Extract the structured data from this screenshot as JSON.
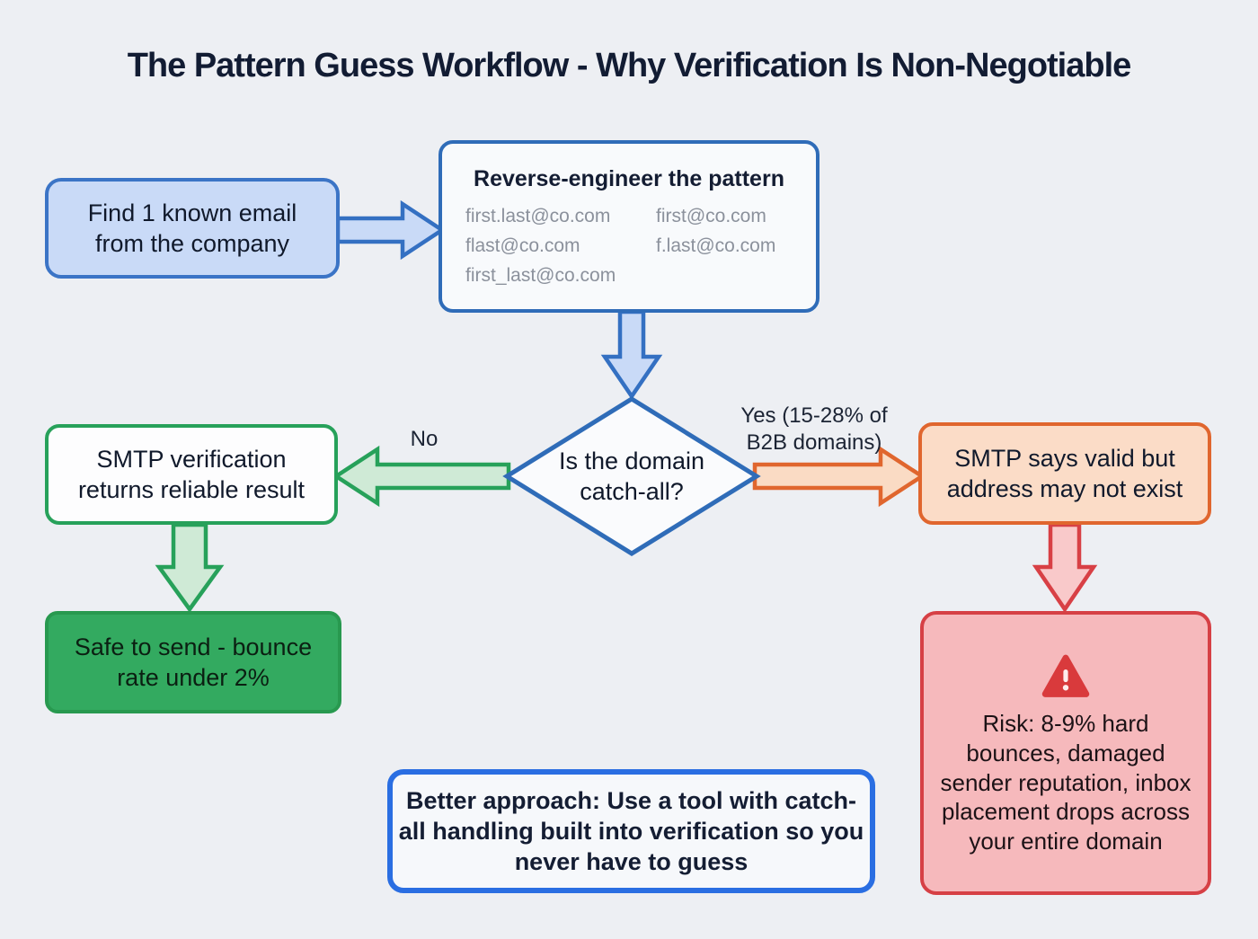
{
  "title": "The Pattern Guess Workflow - Why Verification Is Non-Negotiable",
  "find_box": {
    "text": "Find 1 known email from the company"
  },
  "pattern_box": {
    "title": "Reverse-engineer the pattern",
    "patterns": [
      "first.last@co.com",
      "first@co.com",
      "flast@co.com",
      "f.last@co.com",
      "first_last@co.com"
    ]
  },
  "decision": {
    "text": "Is the domain catch-all?"
  },
  "labels": {
    "no": "No",
    "yes_line1": "Yes (15-28% of",
    "yes_line2": "B2B domains)"
  },
  "smtp_reliable_box": {
    "text": "SMTP verification returns reliable result"
  },
  "safe_box": {
    "text": "Safe to send - bounce rate under 2%"
  },
  "smtp_valid_box": {
    "text": "SMTP says valid but address may not exist"
  },
  "risk_box": {
    "icon": "warning-icon",
    "text": "Risk: 8-9% hard bounces, damaged sender reputation, inbox placement drops across your entire domain"
  },
  "better_box": {
    "text": "Better approach: Use a tool with catch-all handling built into verification so you never have to guess"
  },
  "colors": {
    "background": "#edeff3",
    "title_color": "#121c33",
    "blue_border": "#3b74c6",
    "blue_fill": "#c9daf7",
    "outline_blue": "#2f6cb8",
    "green": "#27a15a",
    "green_box_fill": "#33aa60",
    "green_arrow_fill": "#cfead6",
    "orange": "#e0662e",
    "orange_fill": "#fbdcc7",
    "red": "#d64045",
    "red_box_fill": "#f6b9bc",
    "red_arrow_fill": "#f9c9ca",
    "accent_blue": "#2a6ee2",
    "warning_red": "#d93a3c",
    "pattern_gray": "#8b919c"
  }
}
